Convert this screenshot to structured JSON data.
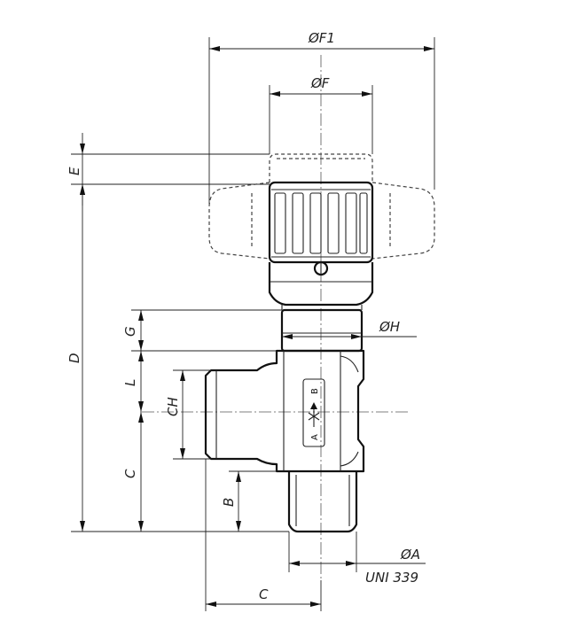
{
  "dimensions": {
    "f1": "ØF1",
    "f": "ØF",
    "e": "E",
    "d": "D",
    "g": "G",
    "h": "ØH",
    "l": "L",
    "ch": "CH",
    "c_left": "C",
    "b": "B",
    "a": "ØA",
    "c_bottom": "C"
  },
  "standard": "UNI 339",
  "flow_marks": {
    "inlet": "A",
    "outlet": "B"
  }
}
